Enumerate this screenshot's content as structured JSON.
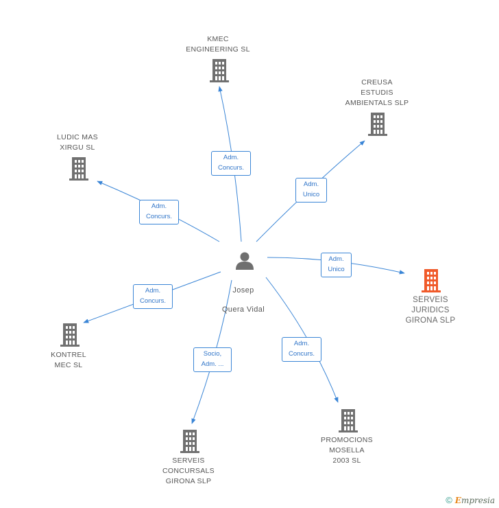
{
  "center": {
    "name_line1": "Josep",
    "name_line2": "Quera Vidal",
    "icon": "person-icon"
  },
  "nodes": [
    {
      "id": "kmec",
      "label": "KMEC\nENGINEERING SL",
      "icon": "building-icon",
      "highlight": false
    },
    {
      "id": "creusa",
      "label": "CREUSA\nESTUDIS\nAMBIENTALS SLP",
      "icon": "building-icon",
      "highlight": false
    },
    {
      "id": "ludic",
      "label": "LUDIC MAS\nXIRGU SL",
      "icon": "building-icon",
      "highlight": false
    },
    {
      "id": "serveis-juridics",
      "label": "SERVEIS\nJURIDICS\nGIRONA SLP",
      "icon": "building-icon",
      "highlight": true
    },
    {
      "id": "kontrel",
      "label": "KONTREL\nMEC SL",
      "icon": "building-icon",
      "highlight": false
    },
    {
      "id": "promocions",
      "label": "PROMOCIONS\nMOSELLA\n2003 SL",
      "icon": "building-icon",
      "highlight": false
    },
    {
      "id": "serveis-concursals",
      "label": "SERVEIS\nCONCURSALS\nGIRONA SLP",
      "icon": "building-icon",
      "highlight": false
    }
  ],
  "edges": [
    {
      "to": "kmec",
      "label": "Adm.\nConcurs."
    },
    {
      "to": "creusa",
      "label": "Adm.\nUnico"
    },
    {
      "to": "ludic",
      "label": "Adm.\nConcurs."
    },
    {
      "to": "serveis-juridics",
      "label": "Adm.\nUnico"
    },
    {
      "to": "kontrel",
      "label": "Adm.\nConcurs."
    },
    {
      "to": "promocions",
      "label": "Adm.\nConcurs."
    },
    {
      "to": "serveis-concursals",
      "label": "Socio,\nAdm. ..."
    }
  ],
  "colors": {
    "edge": "#3a85d6",
    "node": "#707070",
    "highlight": "#f05a2a",
    "person": "#6f6f6f"
  },
  "footer": {
    "copyright": "©",
    "brand_first": "E",
    "brand_rest": "mpresia"
  }
}
